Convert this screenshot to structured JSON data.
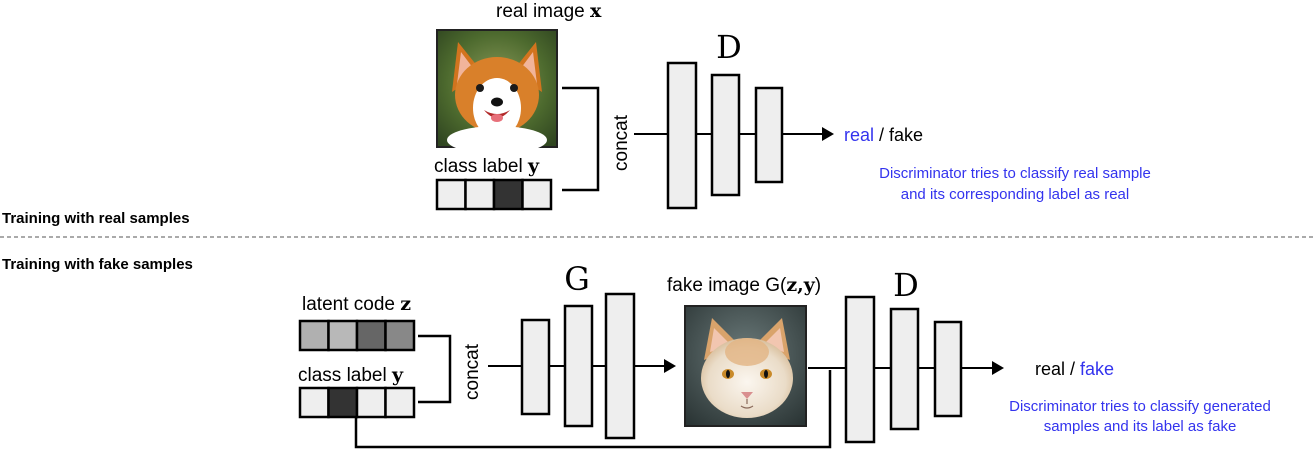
{
  "colors": {
    "text": "#000000",
    "accent_blue": "#3333ee",
    "block_fill": "#eeeeee",
    "onehot_dark": "#333333",
    "latent_light": "#b0b0b0",
    "latent_dark": "#666666",
    "latent_mid": "#888888"
  },
  "sections": {
    "real": {
      "title": "Training with real samples",
      "image_label_prefix": "real image",
      "image_label_var": "x",
      "image_icon": "corgi-dog-photo",
      "class_label_prefix": "class label",
      "class_label_var": "y",
      "onehot": [
        0,
        0,
        1,
        0
      ],
      "concat_label": "concat",
      "disc_label": "D",
      "output_real": "real",
      "output_sep": " / ",
      "output_fake": "fake",
      "caption_line1": "Discriminator tries to classify real sample",
      "caption_line2": "and its corresponding label as real"
    },
    "fake": {
      "title": "Training with fake samples",
      "latent_label_prefix": "latent code",
      "latent_label_var": "z",
      "latent_shades": [
        "#b0b0b0",
        "#b8b8b8",
        "#666666",
        "#888888"
      ],
      "class_label_prefix": "class label",
      "class_label_var": "y",
      "onehot": [
        0,
        1,
        0,
        0
      ],
      "concat_label": "concat",
      "gen_label": "G",
      "image_label_prefix": "fake image G(",
      "image_label_var": "z,y",
      "image_label_suffix": ")",
      "image_icon": "cat-photo",
      "disc_label": "D",
      "output_real": "real",
      "output_sep": " / ",
      "output_fake": "fake",
      "caption_line1": "Discriminator tries to classify generated",
      "caption_line2": "samples and its label as fake"
    }
  }
}
